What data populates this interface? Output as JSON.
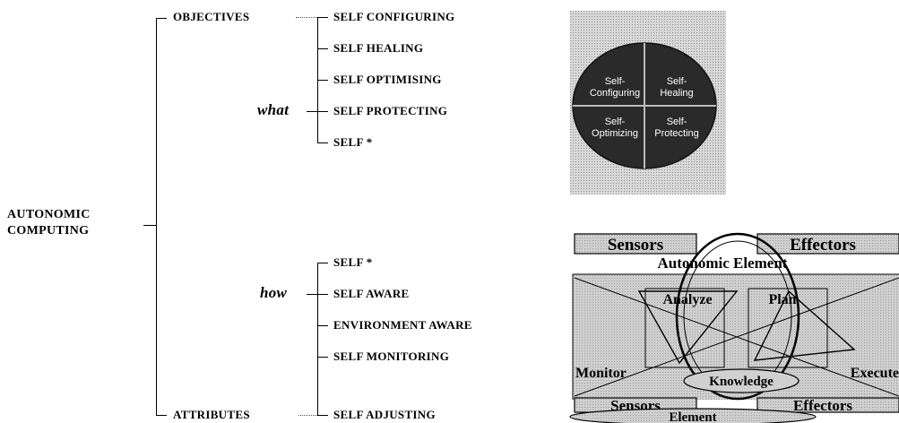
{
  "root": {
    "line1": "AUTONOMIC",
    "line2": "COMPUTING"
  },
  "branches": {
    "objectives": "OBJECTIVES",
    "attributes": "ATTRIBUTES",
    "what": "what",
    "how": "how"
  },
  "objectives_items": [
    "SELF CONFIGURING",
    "SELF HEALING",
    "SELF OPTIMISING",
    "SELF PROTECTING",
    "SELF *"
  ],
  "attributes_items": [
    "SELF *",
    "SELF AWARE",
    "ENVIRONMENT AWARE",
    "SELF MONITORING",
    "SELF ADJUSTING"
  ],
  "pie": {
    "q1": [
      "Self-",
      "Configuring"
    ],
    "q2": [
      "Self-",
      "Healing"
    ],
    "q3": [
      "Self-",
      "Optimizing"
    ],
    "q4": [
      "Self-",
      "Protecting"
    ]
  },
  "element_diagram": {
    "sensors": "Sensors",
    "effectors": "Effectors",
    "autonomic_element": "Autonomic Element",
    "analyze": "Analyze",
    "plan": "Plan",
    "monitor": "Monitor",
    "execute": "Execute",
    "knowledge": "Knowledge",
    "element": "Element"
  }
}
